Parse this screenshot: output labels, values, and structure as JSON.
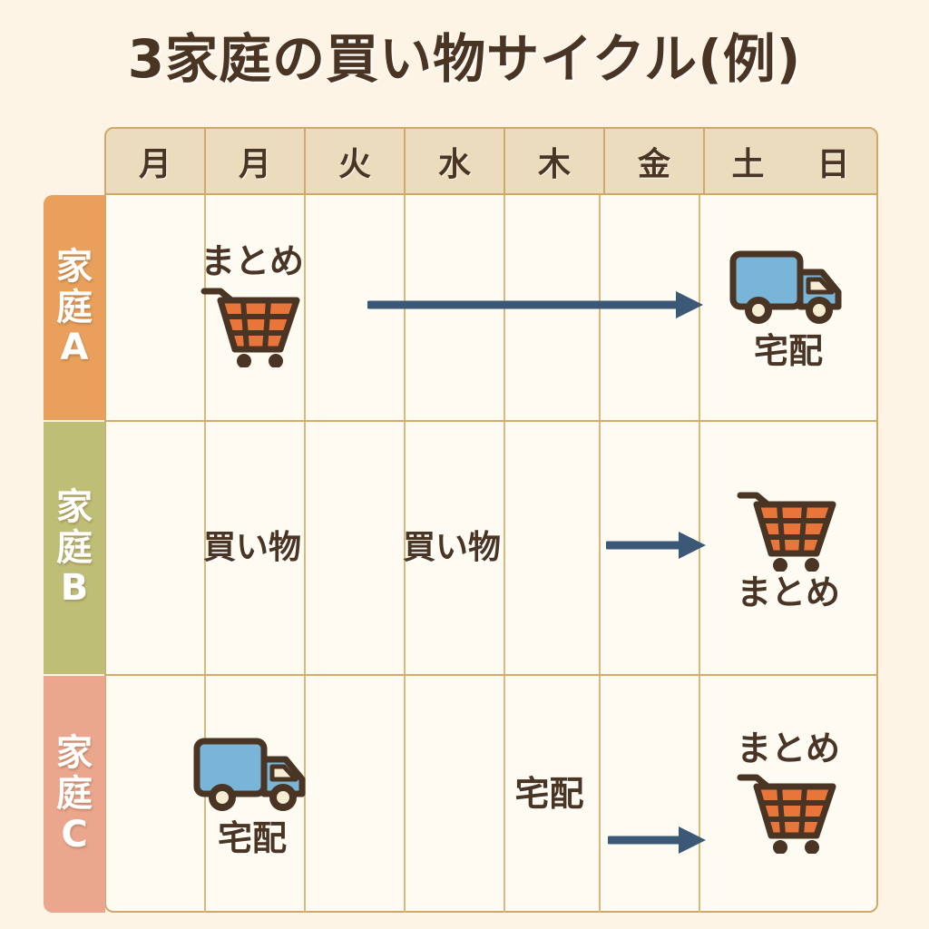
{
  "page": {
    "title": "3家庭の買い物サイクル(例)",
    "background_color": "#fdf4e6",
    "ink_color": "#4a3524"
  },
  "table": {
    "header": {
      "days": [
        "月",
        "月",
        "火",
        "水",
        "木",
        "金"
      ],
      "weekend": [
        "土",
        "日"
      ],
      "background_color": "#ecdcbe",
      "border_color": "#cfa86a"
    },
    "rows": [
      {
        "id": "family-a",
        "label_lines": [
          "家",
          "庭",
          "A"
        ],
        "label_color": "#e8a05c",
        "cells": [
          {
            "col": 0,
            "content": []
          },
          {
            "col": 1,
            "content": [
              {
                "kind": "text",
                "value": "まとめ"
              },
              {
                "kind": "icon",
                "name": "shopping-cart-icon",
                "label": ""
              }
            ]
          },
          {
            "col": 6,
            "content": [
              {
                "kind": "icon",
                "name": "delivery-truck-icon",
                "label": ""
              },
              {
                "kind": "text",
                "value": "宅配"
              }
            ]
          }
        ],
        "arrow": {
          "from_col": 2,
          "to_col": 6,
          "color": "#3c5877"
        }
      },
      {
        "id": "family-b",
        "label_lines": [
          "家",
          "庭",
          "B"
        ],
        "label_color": "#bfbe77",
        "cells": [
          {
            "col": 1,
            "content": [
              {
                "kind": "text",
                "value": "買い物"
              }
            ]
          },
          {
            "col": 3,
            "content": [
              {
                "kind": "text",
                "value": "買い物"
              }
            ]
          },
          {
            "col": 6,
            "content": [
              {
                "kind": "icon",
                "name": "shopping-cart-icon",
                "label": ""
              },
              {
                "kind": "text",
                "value": "まとめ"
              }
            ]
          }
        ],
        "arrow": {
          "from_col": 5,
          "to_col": 6,
          "color": "#3c5877"
        }
      },
      {
        "id": "family-c",
        "label_lines": [
          "家",
          "庭",
          "C"
        ],
        "label_color": "#eba78e",
        "cells": [
          {
            "col": 1,
            "content": [
              {
                "kind": "icon",
                "name": "delivery-truck-icon",
                "label": ""
              },
              {
                "kind": "text",
                "value": "宅配"
              }
            ]
          },
          {
            "col": 4,
            "content": [
              {
                "kind": "text",
                "value": "宅配"
              }
            ]
          },
          {
            "col": 6,
            "content": [
              {
                "kind": "text",
                "value": "まとめ"
              },
              {
                "kind": "icon",
                "name": "shopping-cart-icon",
                "label": ""
              }
            ]
          }
        ],
        "arrow": {
          "from_col": 4,
          "to_col": 6,
          "color": "#3c5877"
        }
      }
    ]
  },
  "cells": {
    "a_day1_text": "まとめ",
    "a_weekend_text": "宅配",
    "b_day1_text": "買い物",
    "b_day3_text": "買い物",
    "b_weekend_text": "まとめ",
    "c_day1_text": "宅配",
    "c_day4_text": "宅配",
    "c_weekend_text": "まとめ"
  },
  "colors": {
    "cart_body": "#e8763a",
    "cart_outline": "#4a3524",
    "truck_body": "#79b5d6",
    "truck_outline": "#4a3524",
    "truck_window": "#f6edd3",
    "arrow": "#3c5877",
    "grid_line": "#d9b87e"
  }
}
